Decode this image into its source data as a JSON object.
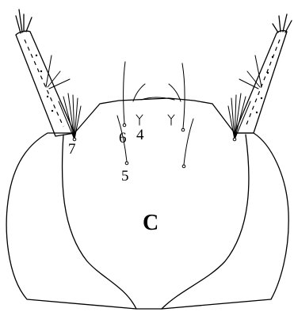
{
  "figure": {
    "panel_label": "C",
    "setae_labels": [
      "4",
      "5",
      "6",
      "7"
    ]
  }
}
